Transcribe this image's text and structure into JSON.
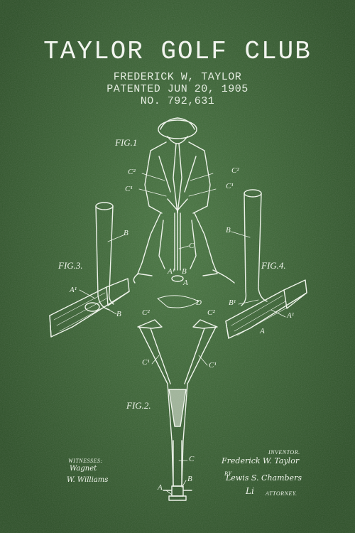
{
  "poster": {
    "title": "TAYLOR GOLF CLUB",
    "inventor_line": "FREDERICK W, TAYLOR",
    "patent_line": "PATENTED JUN 20, 1905",
    "number_line": "NO. 792,631",
    "background_color": "#3d6e36",
    "ink_color": "#eef3ea"
  },
  "figures": {
    "fig1": "FIG.1",
    "fig2": "FIG.2.",
    "fig3": "FIG.3.",
    "fig4": "FIG.4."
  },
  "labels": {
    "c2": "C²",
    "c1": "C¹",
    "b": "B",
    "c": "C",
    "a": "A",
    "a1": "A¹",
    "b1": "B¹",
    "d": "D"
  },
  "footer": {
    "witnesses_label": "WITNESSES:",
    "inventor_label": "INVENTOR.",
    "by_label": "BY",
    "attorney_label": "ATTORNEY.",
    "witness_sig_1": "Wagnet",
    "witness_sig_2": "W. Williams",
    "inventor_sig": "Frederick W. Taylor",
    "attorney_sig": "Lewis S. Chambers",
    "attorney_initials": "Li"
  }
}
